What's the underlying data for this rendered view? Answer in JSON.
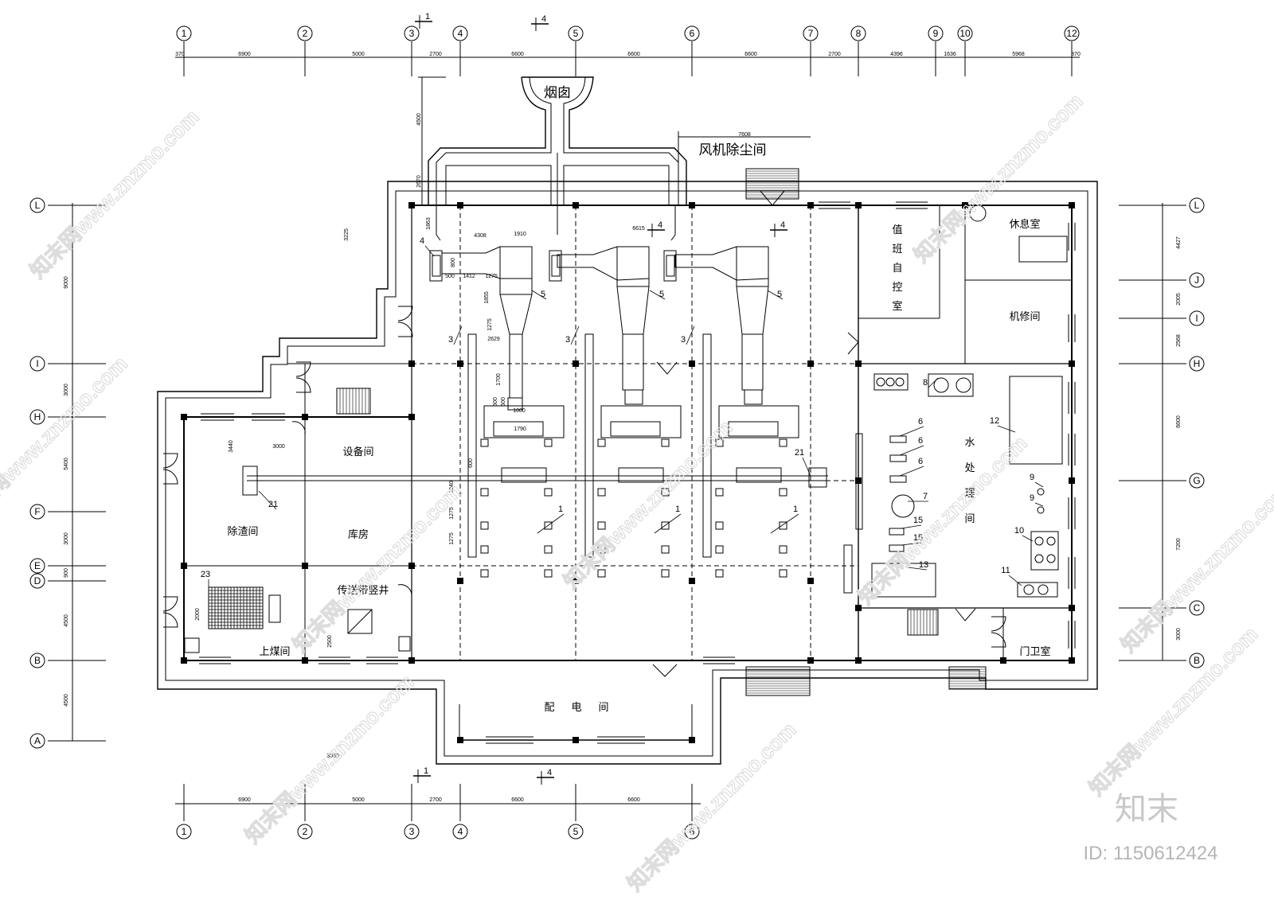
{
  "rooms": {
    "chimney": "烟囱",
    "fan_dust": "风机除尘间",
    "duty_control": "值班自控室",
    "rest": "休息室",
    "machine_repair": "机修间",
    "water_treatment": "水处理间",
    "equipment": "设备间",
    "slag_removal": "除渣间",
    "storage": "库房",
    "conveyor_shaft": "传送带竖井",
    "coal_loading": "上煤间",
    "power_distribution": "配电间",
    "gate_guard": "门卫室"
  },
  "axes": {
    "top": [
      "1",
      "2",
      "3",
      "4",
      "5",
      "6",
      "7",
      "8",
      "9",
      "10",
      "12"
    ],
    "bottom": [
      "1",
      "2",
      "3",
      "4",
      "5",
      "6"
    ],
    "left": [
      "L",
      "I",
      "H",
      "F",
      "E",
      "D",
      "B",
      "A"
    ],
    "right": [
      "L",
      "J",
      "I",
      "H",
      "G",
      "C",
      "B"
    ]
  },
  "dims": {
    "top": [
      "370",
      "6900",
      "5000",
      "2700",
      "6600",
      "6600",
      "6600",
      "2700",
      "4396",
      "1636",
      "5968",
      "370"
    ],
    "bottom": [
      "6900",
      "5000",
      "2700",
      "6600",
      "6600"
    ],
    "left": [
      "9000",
      "3000",
      "5400",
      "3000",
      "900",
      "4500",
      "4500"
    ],
    "right": [
      "4427",
      "2005",
      "2568",
      "6600",
      "7200",
      "3000"
    ],
    "misc": [
      "4500",
      "2670",
      "1863",
      "3225",
      "7608",
      "4308",
      "1910",
      "6615",
      "800",
      "500",
      "1412",
      "1275",
      "1855",
      "1275",
      "2629",
      "1700",
      "500",
      "500",
      "1000",
      "1790",
      "600",
      "1340",
      "1275",
      "1275",
      "3440",
      "3000",
      "2000",
      "2500",
      "3060"
    ]
  },
  "section_marks": [
    "1",
    "4",
    "4",
    "4",
    "1",
    "4"
  ],
  "equipment_numbers": [
    "1",
    "1",
    "1",
    "3",
    "3",
    "3",
    "4",
    "5",
    "5",
    "5",
    "6",
    "6",
    "6",
    "7",
    "8",
    "9",
    "9",
    "10",
    "11",
    "12",
    "13",
    "15",
    "15",
    "21",
    "21",
    "23"
  ],
  "watermark": {
    "site": "znzmo.com",
    "brand": "知末网www.znzmo.com",
    "logo": "知末",
    "id": "ID: 1150612424"
  }
}
